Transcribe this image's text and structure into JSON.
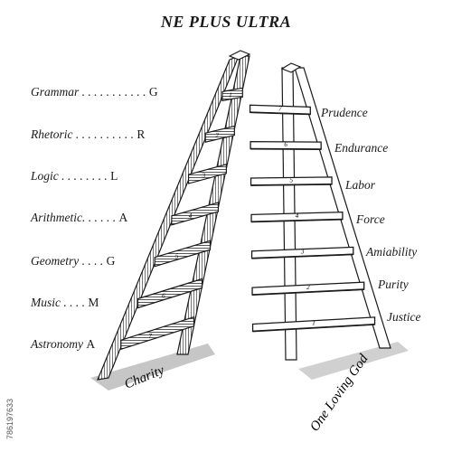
{
  "title": "NE PLUS ULTRA",
  "left_rungs": [
    {
      "word": "Grammar",
      "dots": " . . . . . . . . . . .",
      "letter": "G",
      "number": "1"
    },
    {
      "word": "Rhetoric",
      "dots": " . . . . . . . . . .",
      "letter": "R",
      "number": "2"
    },
    {
      "word": "Logic",
      "dots": " . . . . . . . .",
      "letter": "L",
      "number": "3"
    },
    {
      "word": "Arithmetic.",
      "dots": " . . . . .",
      "letter": "A",
      "number": "4"
    },
    {
      "word": "Geometry",
      "dots": " . . . .",
      "letter": "G",
      "number": "5"
    },
    {
      "word": "Music",
      "dots": " . . . .",
      "letter": "M",
      "number": "6"
    },
    {
      "word": "Astronomy",
      "dots": "",
      "letter": "A",
      "number": "7"
    }
  ],
  "right_rungs": [
    {
      "virtue": "Prudence",
      "number": "7"
    },
    {
      "virtue": "Endurance",
      "number": "6"
    },
    {
      "virtue": "Labor",
      "number": "5"
    },
    {
      "virtue": "Force",
      "number": "4"
    },
    {
      "virtue": "Amiability",
      "number": "3"
    },
    {
      "virtue": "Purity",
      "number": "2"
    },
    {
      "virtue": "Justice",
      "number": "1"
    }
  ],
  "left_rail_label": "Charity",
  "right_rail_label": "One Loving God",
  "stock_id": "786197633",
  "colors": {
    "ink": "#1a1a1a",
    "shadow": "#9a9a9a",
    "paper": "#ffffff"
  }
}
